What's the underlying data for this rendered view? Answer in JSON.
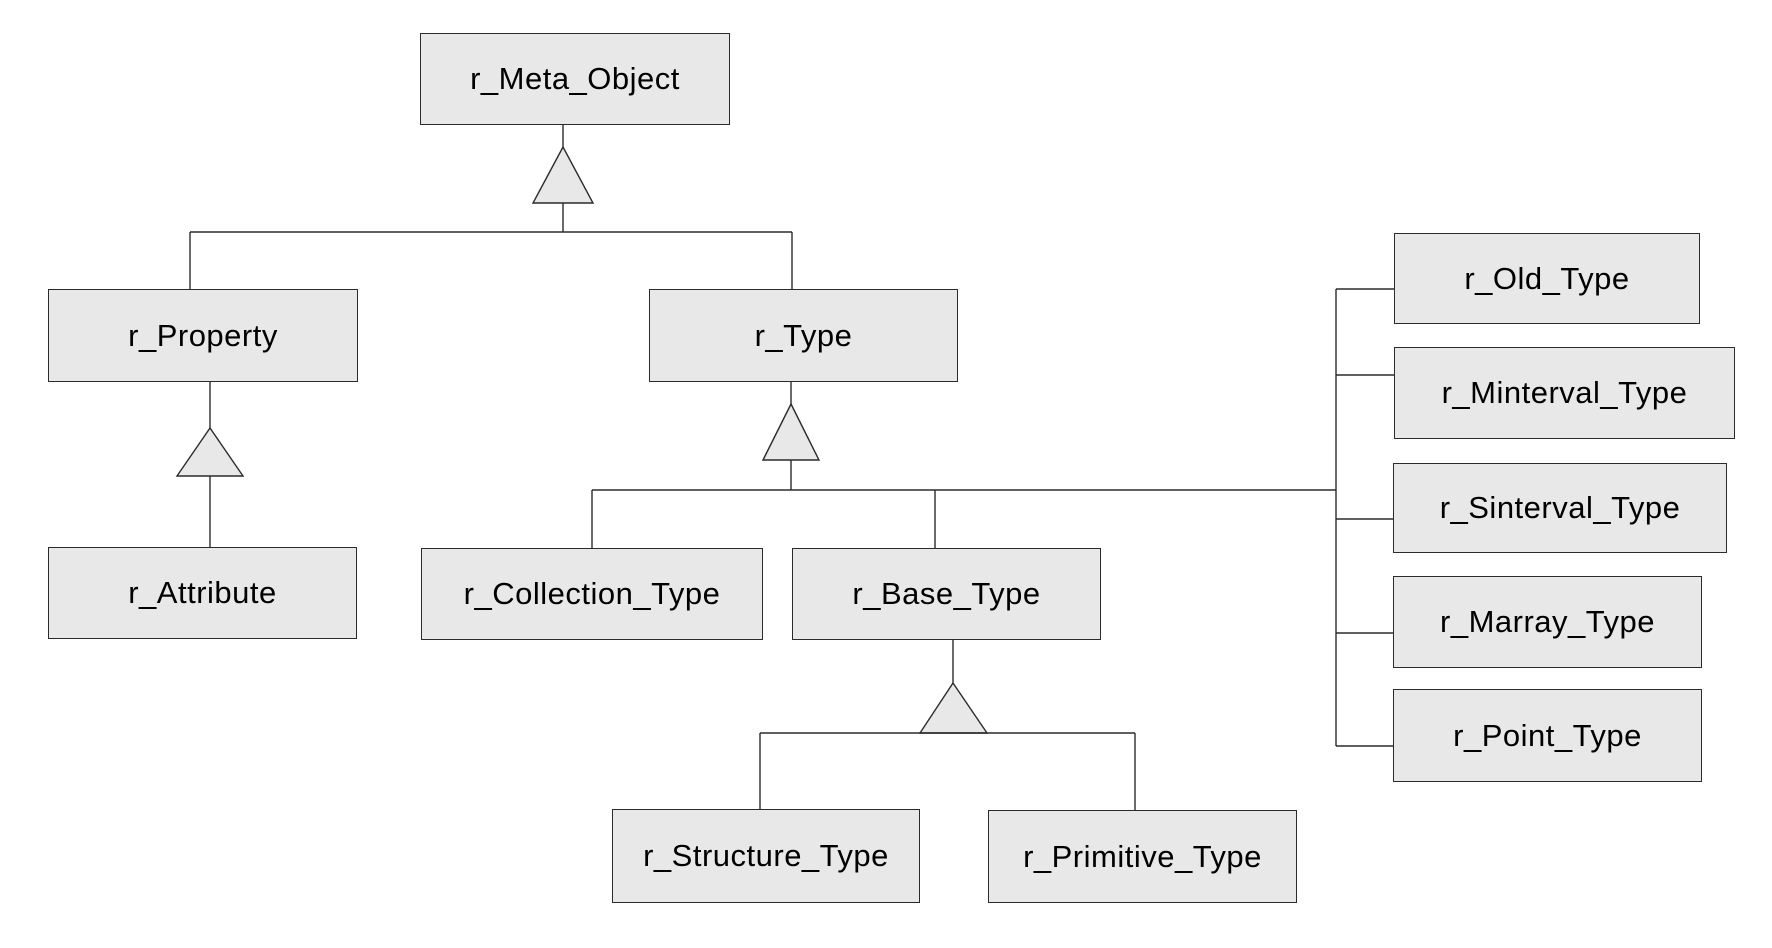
{
  "diagram": {
    "kind": "uml-class-inheritance-hierarchy",
    "background_color": "#ffffff",
    "node_fill_color": "#e8e8e8",
    "node_border_color": "#2b2b2b",
    "line_color": "#2b2b2b",
    "text_color": "#000000",
    "nodes": {
      "meta_object": {
        "label": "r_Meta_Object"
      },
      "property": {
        "label": "r_Property"
      },
      "type": {
        "label": "r_Type"
      },
      "attribute": {
        "label": "r_Attribute"
      },
      "collection_type": {
        "label": "r_Collection_Type"
      },
      "base_type": {
        "label": "r_Base_Type"
      },
      "structure_type": {
        "label": "r_Structure_Type"
      },
      "primitive_type": {
        "label": "r_Primitive_Type"
      },
      "old_type": {
        "label": "r_Old_Type"
      },
      "minterval_type": {
        "label": "r_Minterval_Type"
      },
      "sinterval_type": {
        "label": "r_Sinterval_Type"
      },
      "marray_type": {
        "label": "r_Marray_Type"
      },
      "point_type": {
        "label": "r_Point_Type"
      }
    },
    "edges": [
      {
        "from": "r_Property",
        "to": "r_Meta_Object",
        "relation": "inherits"
      },
      {
        "from": "r_Type",
        "to": "r_Meta_Object",
        "relation": "inherits"
      },
      {
        "from": "r_Attribute",
        "to": "r_Property",
        "relation": "inherits"
      },
      {
        "from": "r_Collection_Type",
        "to": "r_Type",
        "relation": "inherits"
      },
      {
        "from": "r_Base_Type",
        "to": "r_Type",
        "relation": "inherits"
      },
      {
        "from": "r_Old_Type",
        "to": "r_Type",
        "relation": "inherits"
      },
      {
        "from": "r_Minterval_Type",
        "to": "r_Type",
        "relation": "inherits"
      },
      {
        "from": "r_Sinterval_Type",
        "to": "r_Type",
        "relation": "inherits"
      },
      {
        "from": "r_Marray_Type",
        "to": "r_Type",
        "relation": "inherits"
      },
      {
        "from": "r_Point_Type",
        "to": "r_Type",
        "relation": "inherits"
      },
      {
        "from": "r_Structure_Type",
        "to": "r_Base_Type",
        "relation": "inherits"
      },
      {
        "from": "r_Primitive_Type",
        "to": "r_Base_Type",
        "relation": "inherits"
      }
    ]
  }
}
